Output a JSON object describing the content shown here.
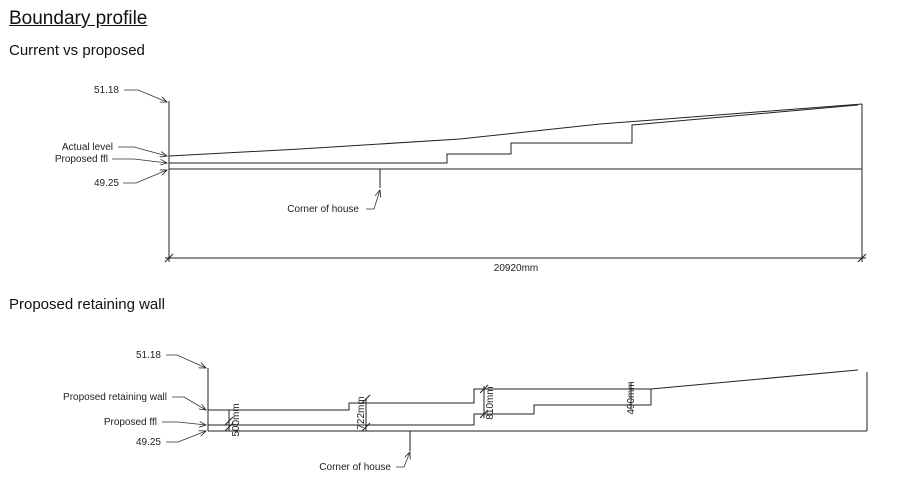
{
  "title": "Boundary profile",
  "section_1": {
    "heading": "Current vs proposed",
    "label_top": "51.18",
    "label_actual": "Actual level",
    "label_ffl": "Proposed ffl",
    "label_bottom": "49.25",
    "label_corner": "Corner of house",
    "dimension": "20920mm"
  },
  "section_2": {
    "heading": "Proposed retaining wall",
    "label_top": "51.18",
    "label_wall": "Proposed retaining wall",
    "label_ffl": "Proposed ffl",
    "label_bottom": "49.25",
    "label_corner": "Corner of house",
    "dim_1": "500mm",
    "dim_2": "722mm",
    "dim_3": "810mm",
    "dim_4": "490mm"
  }
}
